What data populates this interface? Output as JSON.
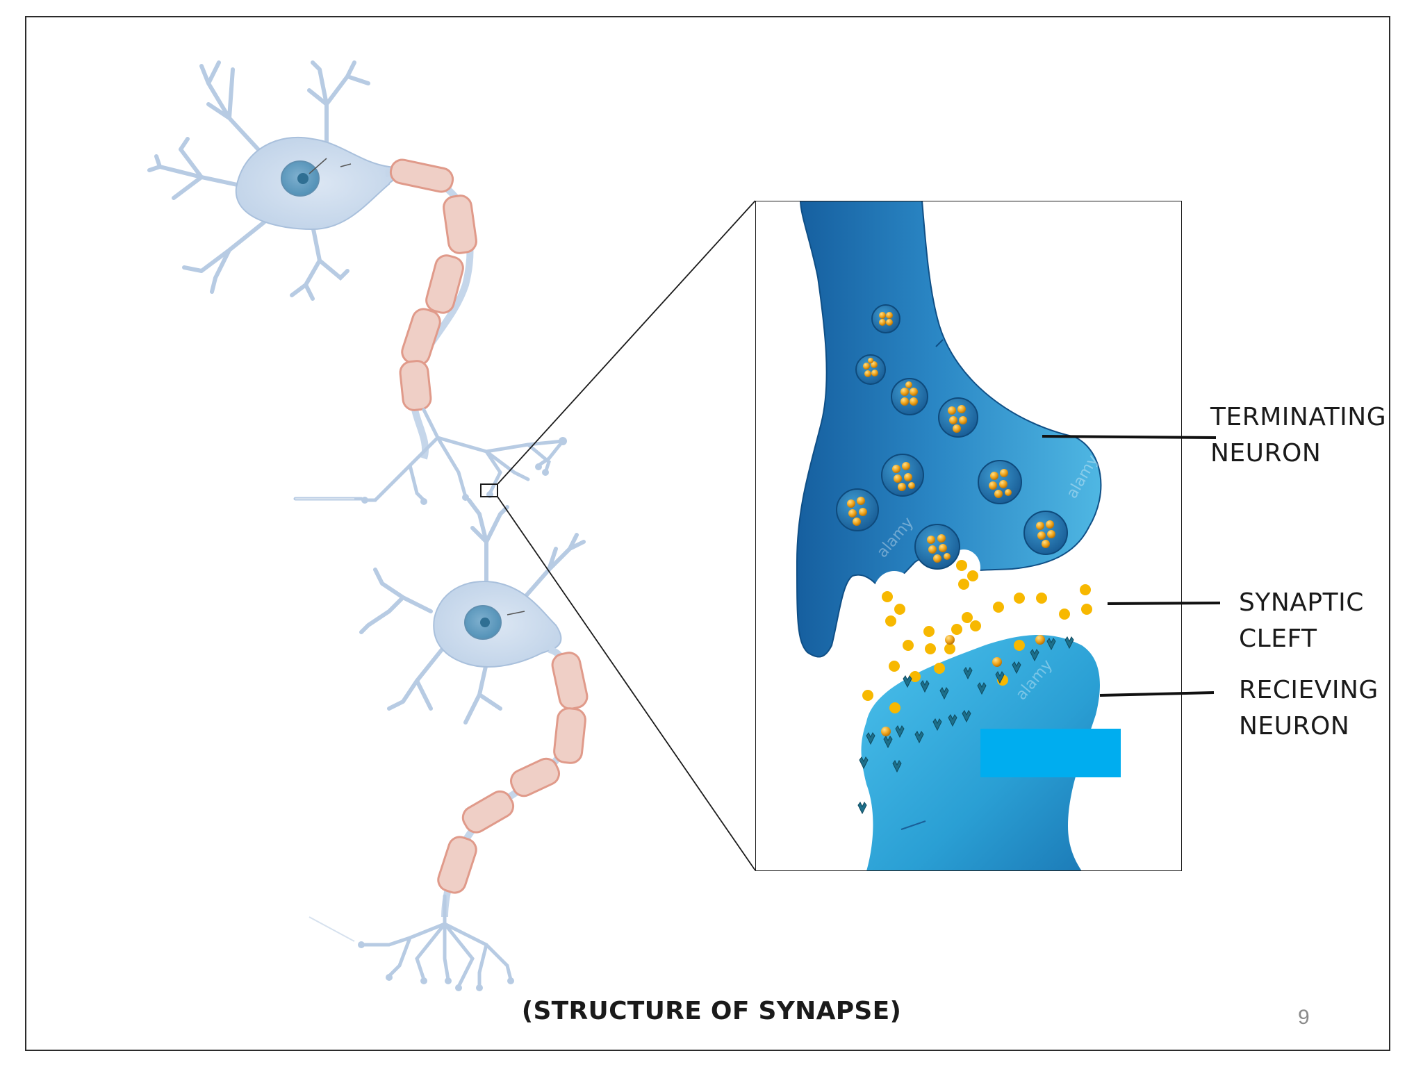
{
  "labels": {
    "terminating_line1": "TERMINATING",
    "terminating_line2": "NEURON",
    "cleft_line1": "SYNAPTIC",
    "cleft_line2": "CLEFT",
    "receiving_line1": "RECIEVING",
    "receiving_line2": "NEURON"
  },
  "caption": "(STRUCTURE OF SYNAPSE)",
  "page_number": "9",
  "watermark": "alamy",
  "colors": {
    "neuron_body": "#c9d9ec",
    "neuron_outline": "#a9c0dc",
    "myelin": "#efc9bf",
    "myelin_outline": "#e09a8a",
    "terminal_dark": "#1f6fb0",
    "terminal_light": "#3aa5d8",
    "receiving": "#35b3e6",
    "vesicle": "#f3a81a",
    "neurotransmitter": "#f7b800",
    "cover_box": "#00adef"
  }
}
